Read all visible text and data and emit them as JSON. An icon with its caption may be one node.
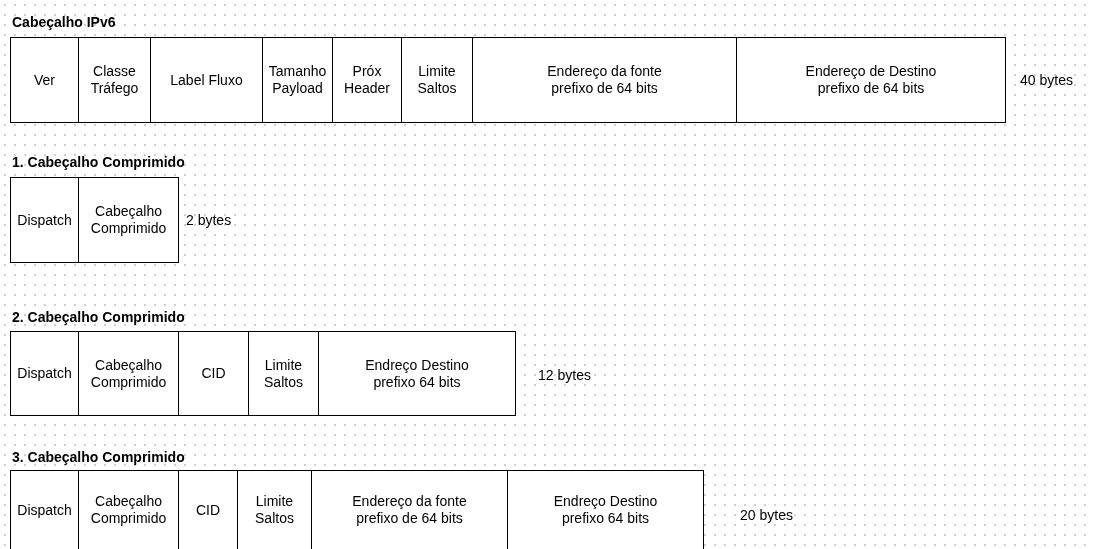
{
  "diagram": {
    "nodes": [
      {
        "text": [
          "Ver"
        ]
      },
      {
        "text": [
          "Classe Tráfego"
        ]
      },
      {
        "text": [
          "Label Fluxo"
        ]
      },
      {
        "text": [
          "Tamanho Payload"
        ]
      },
      {
        "text": [
          "Próx Header"
        ]
      },
      {
        "text": [
          "Limite Saltos"
        ]
      },
      {
        "text": [
          "Endereço da fonte prefixo de 64 bits"
        ]
      },
      {
        "text": [
          "Endereço de Destino prefixo de 64 bits"
        ]
      },
      {
        "text": [
          "Dispatch"
        ]
      },
      {
        "text": [
          "Cabeçalho Comprimido"
        ]
      },
      {
        "text": [
          "Dispatch"
        ]
      },
      {
        "text": [
          "Cabeçalho Comprimido"
        ]
      },
      {
        "text": [
          "CID"
        ]
      },
      {
        "text": [
          "Limite Saltos"
        ]
      },
      {
        "text": [
          "Endreço Destino prefixo 64 bits"
        ]
      },
      {
        "text": [
          "Dispatch"
        ]
      },
      {
        "text": [
          "Cabeçalho Comprimido"
        ]
      },
      {
        "text": [
          "CID"
        ]
      },
      {
        "text": [
          "Limite Saltos"
        ]
      },
      {
        "text": [
          "Endereço da fonte prefixo de 64 bits"
        ]
      },
      {
        "text": [
          "Endreço Destino prefixo 64 bits"
        ]
      }
    ],
    "edges": [],
    "labels": [
      "Cabeçalho IPv6",
      "40 bytes",
      "1. Cabeçalho Comprimido",
      "2 bytes",
      "2. Cabeçalho Comprimido",
      "12 bytes",
      "3. Cabeçalho Comprimido",
      "20 bytes"
    ]
  }
}
